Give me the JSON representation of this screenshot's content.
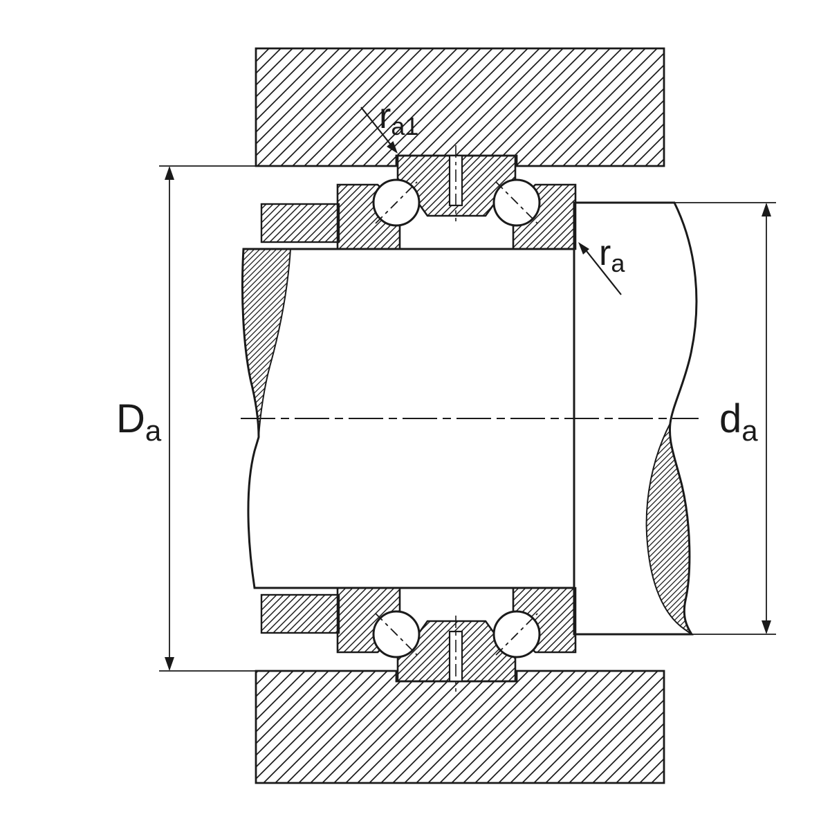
{
  "drawing": {
    "background_color": "#ffffff",
    "line_color": "#1a1a1a",
    "labels": {
      "housing_abutment_diameter": {
        "main": "D",
        "sub": "a"
      },
      "shaft_abutment_diameter": {
        "main": "d",
        "sub": "a"
      },
      "housing_fillet_radius": {
        "main": "r",
        "sub": "a1"
      },
      "shaft_fillet_radius": {
        "main": "r",
        "sub": "a"
      }
    }
  }
}
